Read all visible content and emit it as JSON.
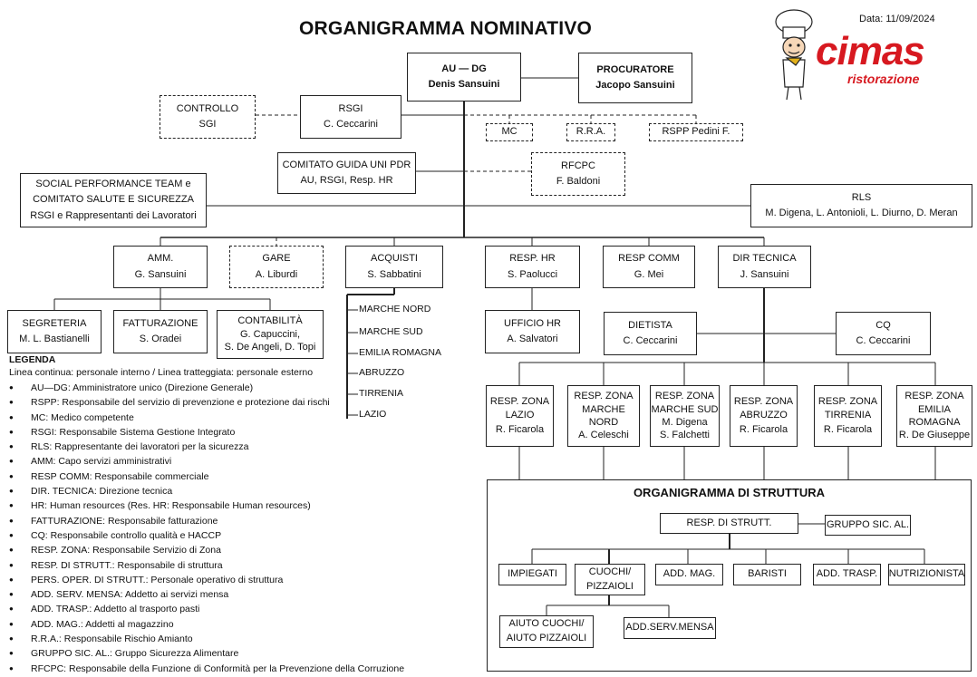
{
  "header": {
    "title": "ORGANIGRAMMA NOMINATIVO",
    "date": "Data: 11/09/2024"
  },
  "logo": {
    "word": "cimas",
    "sub": "ristorazione",
    "icon": "chef-mascot-icon",
    "color": "#d71920"
  },
  "boxes": {
    "au_dg": [
      "AU — DG",
      "Denis Sansuini"
    ],
    "procuratore": [
      "PROCURATORE",
      "Jacopo Sansuini"
    ],
    "controllo": [
      "CONTROLLO",
      "SGI"
    ],
    "rsgi": [
      "RSGI",
      "C. Ceccarini"
    ],
    "mc": [
      "MC"
    ],
    "rra": [
      "R.R.A."
    ],
    "rspp": [
      "RSPP Pedini F."
    ],
    "comitato_pdr": [
      "COMITATO GUIDA UNI PDR",
      "AU, RSGI, Resp. HR"
    ],
    "rfcpc": [
      "RFCPC",
      "F. Baldoni"
    ],
    "social": [
      "SOCIAL PERFORMANCE TEAM e",
      "COMITATO SALUTE E SICUREZZA",
      "RSGI  e Rappresentanti dei Lavoratori"
    ],
    "rls": [
      "RLS",
      "M. Digena, L. Antonioli, L. Diurno, D. Meran"
    ],
    "amm": [
      "AMM.",
      "G. Sansuini"
    ],
    "gare": [
      "GARE",
      "A. Liburdi"
    ],
    "acquisti": [
      "ACQUISTI",
      "S. Sabbatini"
    ],
    "resp_hr": [
      "RESP. HR",
      "S. Paolucci"
    ],
    "resp_comm": [
      "RESP COMM",
      "G. Mei"
    ],
    "dir_tecnica": [
      "DIR TECNICA",
      "J. Sansuini"
    ],
    "segreteria": [
      "SEGRETERIA",
      "M. L. Bastianelli"
    ],
    "fatturazione": [
      "FATTURAZIONE",
      "S. Oradei"
    ],
    "contabilita": [
      "CONTABILITÀ",
      "G. Capuccini,",
      "S. De Angeli, D. Topi"
    ],
    "ufficio_hr": [
      "UFFICIO HR",
      "A. Salvatori"
    ],
    "dietista": [
      "DIETISTA",
      "C. Ceccarini"
    ],
    "cq": [
      "CQ",
      "C. Ceccarini"
    ],
    "zona_lazio": [
      "RESP. ZONA",
      "LAZIO",
      "R. Ficarola"
    ],
    "zona_marche_nord": [
      "RESP. ZONA",
      "MARCHE",
      "NORD",
      "A. Celeschi"
    ],
    "zona_marche_sud": [
      "RESP. ZONA",
      "MARCHE SUD",
      "M. Digena",
      "S. Falchetti"
    ],
    "zona_abruzzo": [
      "RESP. ZONA",
      "ABRUZZO",
      "R. Ficarola"
    ],
    "zona_tirrenia": [
      "RESP. ZONA",
      "TIRRENIA",
      "R. Ficarola"
    ],
    "zona_emilia": [
      "RESP. ZONA",
      "EMILIA",
      "ROMAGNA",
      "R. De Giuseppe"
    ],
    "resp_strutt": [
      "RESP. DI STRUTT."
    ],
    "gruppo_sic": [
      "GRUPPO SIC. AL."
    ],
    "impiegati": [
      "IMPIEGATI"
    ],
    "cuochi": [
      "CUOCHI/",
      "PIZZAIOLI"
    ],
    "add_mag": [
      "ADD. MAG."
    ],
    "baristi": [
      "BARISTI"
    ],
    "add_trasp": [
      "ADD. TRASP."
    ],
    "nutrizionista": [
      "NUTRIZIONISTA"
    ],
    "aiuto_cuochi": [
      "AIUTO CUOCHI/",
      "AIUTO PIZZAIOLI"
    ],
    "add_serv_mensa": [
      "ADD.SERV.MENSA"
    ]
  },
  "acquisti_areas": [
    "MARCHE NORD",
    "MARCHE SUD",
    "EMILIA ROMAGNA",
    "ABRUZZO",
    "TIRRENIA",
    "LAZIO"
  ],
  "struttura": {
    "title": "ORGANIGRAMMA DI STRUTTURA"
  },
  "legend": {
    "title": "LEGENDA",
    "subtitle": "Linea continua: personale interno / Linea tratteggiata: personale esterno",
    "items": [
      "AU—DG: Amministratore unico (Direzione Generale)",
      "RSPP: Responsabile del servizio di prevenzione e protezione dai rischi",
      "MC: Medico competente",
      "RSGI: Responsabile Sistema Gestione Integrato",
      "RLS: Rappresentante dei lavoratori per la sicurezza",
      "AMM: Capo servizi amministrativi",
      "RESP COMM: Responsabile commerciale",
      "DIR. TECNICA: Direzione tecnica",
      "HR: Human resources (Res. HR: Responsabile Human resources)",
      "FATTURAZIONE: Responsabile fatturazione",
      "CQ: Responsabile controllo qualità e HACCP",
      "RESP. ZONA: Responsabile Servizio di Zona",
      "RESP. DI STRUTT.: Responsabile di struttura",
      "PERS. OPER. DI STRUTT.: Personale operativo di struttura",
      "ADD. SERV. MENSA: Addetto ai servizi mensa",
      "ADD. TRASP.: Addetto al trasporto pasti",
      "ADD. MAG.: Addetti al magazzino",
      "R.R.A.: Responsabile Rischio Amianto",
      "GRUPPO SIC. AL.: Gruppo Sicurezza Alimentare",
      "RFCPC: Responsabile della Funzione di Conformità per la Prevenzione della Corruzione"
    ]
  }
}
